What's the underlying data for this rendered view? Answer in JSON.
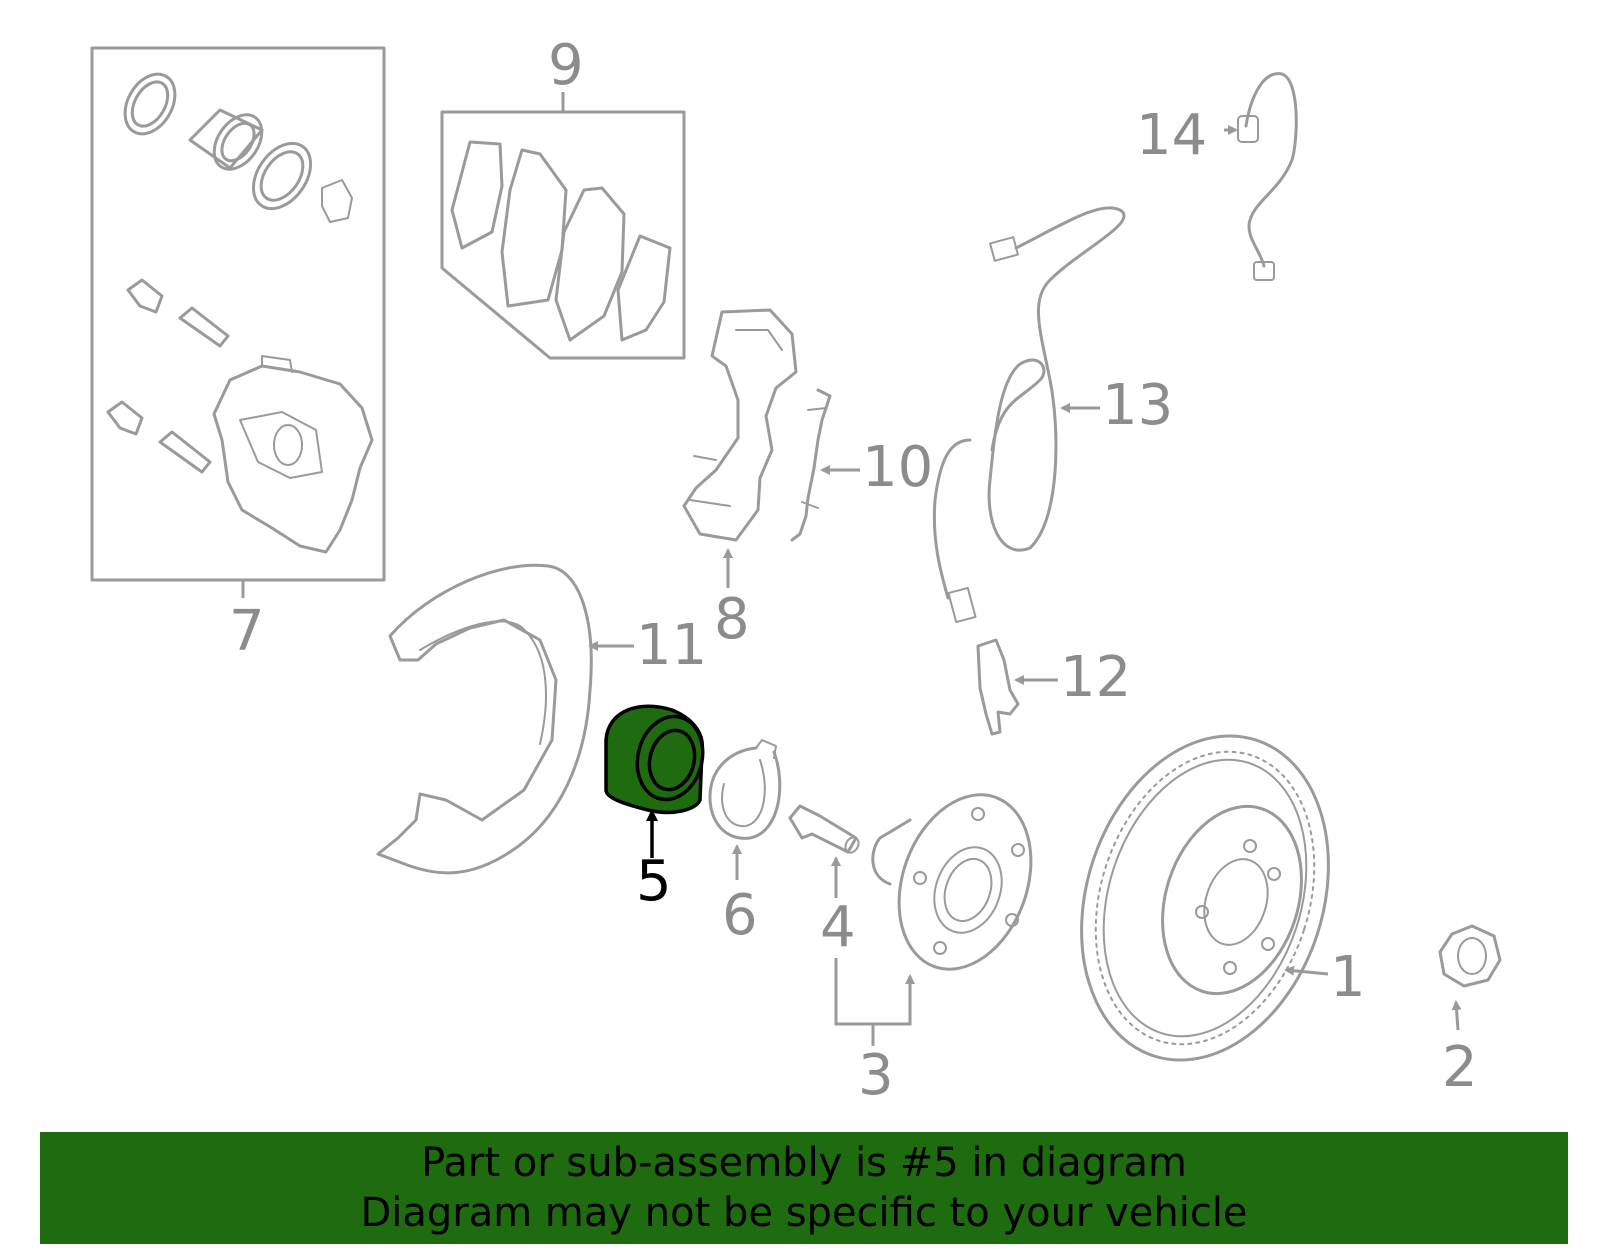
{
  "callouts": [
    {
      "id": "1",
      "label": "1"
    },
    {
      "id": "2",
      "label": "2"
    },
    {
      "id": "3",
      "label": "3"
    },
    {
      "id": "4",
      "label": "4"
    },
    {
      "id": "5",
      "label": "5",
      "highlighted": true
    },
    {
      "id": "6",
      "label": "6"
    },
    {
      "id": "7",
      "label": "7"
    },
    {
      "id": "8",
      "label": "8"
    },
    {
      "id": "9",
      "label": "9"
    },
    {
      "id": "10",
      "label": "10"
    },
    {
      "id": "11",
      "label": "11"
    },
    {
      "id": "12",
      "label": "12"
    },
    {
      "id": "13",
      "label": "13"
    },
    {
      "id": "14",
      "label": "14"
    }
  ],
  "colors": {
    "highlight": "#1f6b10",
    "line_art": "#9a9a9a",
    "label_text": "#8c8c8c"
  },
  "banner": {
    "line1": "Part or sub-assembly is #5 in diagram",
    "line2": "Diagram may not be specific to your vehicle"
  }
}
